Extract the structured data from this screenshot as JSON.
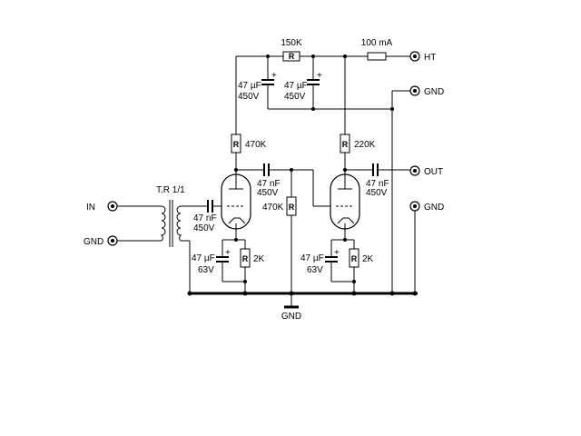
{
  "terminals": {
    "in": "IN",
    "gnd_in": "GND",
    "ht": "HT",
    "gnd_top": "GND",
    "out": "OUT",
    "gnd_out": "GND",
    "gnd_bottom": "GND"
  },
  "transformer": {
    "label": "T.R 1/1"
  },
  "resistors": {
    "r_series": {
      "value": "150K",
      "mark": "R"
    },
    "r_plate1": {
      "value": "470K",
      "mark": "R"
    },
    "r_plate2": {
      "value": "220K",
      "mark": "R"
    },
    "r_grid2": {
      "value": "470K",
      "mark": "R"
    },
    "r_cath1": {
      "value": "2K",
      "mark": "R"
    },
    "r_cath2": {
      "value": "2K",
      "mark": "R"
    }
  },
  "fuse": {
    "value": "100 mA"
  },
  "capacitors": {
    "c_filter1": {
      "value": "47 µF",
      "voltage": "450V"
    },
    "c_filter2": {
      "value": "47 µF",
      "voltage": "450V"
    },
    "c_input": {
      "value": "47 nF",
      "voltage": "450V"
    },
    "c_couple": {
      "value": "47 nF",
      "voltage": "450V"
    },
    "c_out": {
      "value": "47 nF",
      "voltage": "450V"
    },
    "c_cath1": {
      "value": "47 µF",
      "voltage": "63V"
    },
    "c_cath2": {
      "value": "47 µF",
      "voltage": "63V"
    }
  }
}
